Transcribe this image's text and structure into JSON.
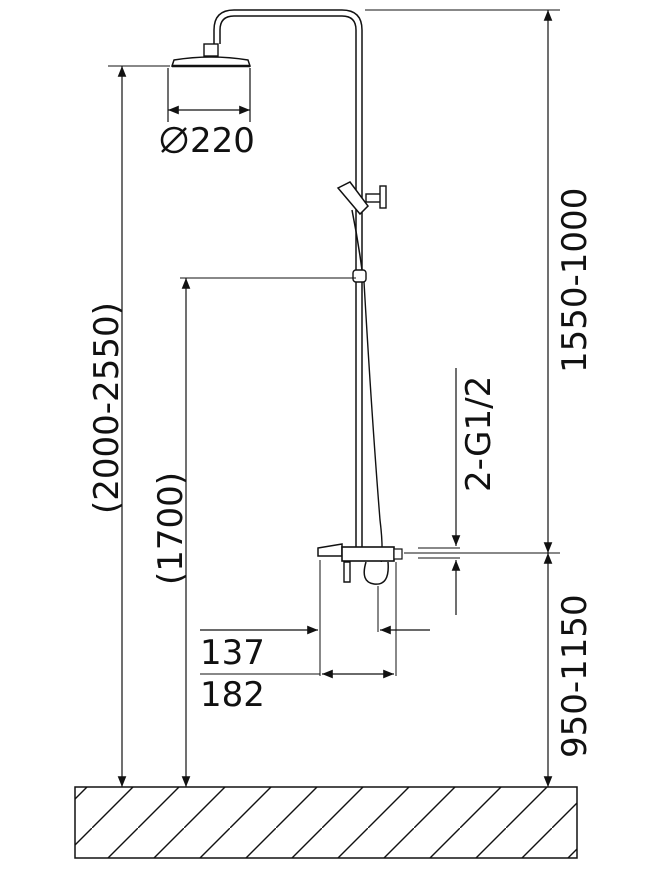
{
  "drawing": {
    "dimensions": {
      "head_diameter": "220",
      "total_height": "(2000-2550)",
      "rail_height": "(1700)",
      "riser_length": "1550-1000",
      "inlet_thread": "2-G1/2",
      "inlet_height": "950-1150",
      "spout_137": "137",
      "spout_182": "182"
    },
    "colors": {
      "ink": "#111111",
      "background": "#ffffff"
    }
  }
}
